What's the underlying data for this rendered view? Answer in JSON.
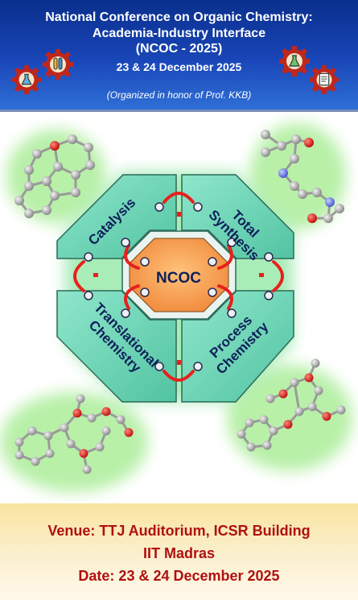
{
  "header": {
    "title_line1": "National Conference on Organic Chemistry:",
    "title_line2": "Academia-Industry Interface",
    "title_line3": "(NCOC - 2025)",
    "dates": "23 & 24 December 2025",
    "honor": "(Organized in honor of  Prof. KKB)",
    "icons": [
      "gear-flask-icon",
      "gear-test-tube-icon",
      "gear-flask-icon",
      "gear-document-icon"
    ]
  },
  "diagram": {
    "center_label": "NCOC",
    "segments": {
      "top_left": "Catalysis",
      "top_right": [
        "Total",
        "Synthesis"
      ],
      "bottom_left": [
        "Translational",
        "Chemistry"
      ],
      "bottom_right": [
        "Process",
        "Chemistry"
      ]
    },
    "colors": {
      "segment_fill": "#6fd8b8",
      "center_fill": "#f7a860",
      "connector": "#e8201c",
      "label": "#0f1f5a"
    }
  },
  "footer": {
    "venue": "Venue: TTJ Auditorium, ICSR Building",
    "institute": "IIT Madras",
    "date": "Date: 23 & 24 December 2025"
  }
}
